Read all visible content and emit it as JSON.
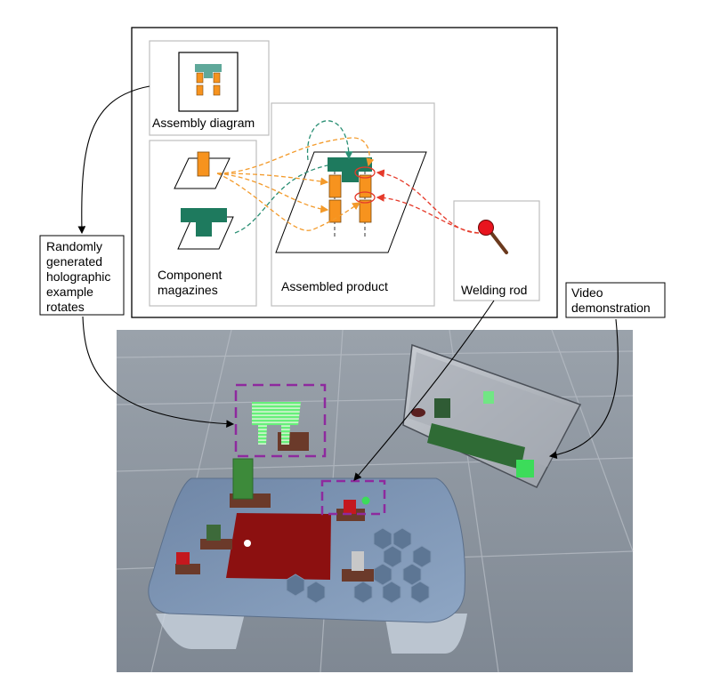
{
  "diagram": {
    "assembly_diagram_label": "Assembly diagram",
    "component_magazines_label": [
      "Component",
      "magazines"
    ],
    "assembled_product_label": "Assembled product",
    "welding_rod_label": "Welding rod"
  },
  "callouts": {
    "hologram_label": [
      "Randomly",
      "generated",
      "holographic",
      "example",
      "rotates"
    ],
    "video_label": [
      "Video",
      "demonstration"
    ]
  },
  "colors": {
    "component_orange": "#f7931e",
    "component_teal": "#2e8b6e",
    "teal_arrow": "#2a8f74",
    "orange_arrow": "#f39a2a",
    "red_arrow": "#e53a2a",
    "highlight_box": "#8e2a9e",
    "hologram_green": "#66f07a",
    "floor_gray": "#8d96a0",
    "table_blue": "#7f98b8",
    "work_area_red": "#8c1010"
  }
}
